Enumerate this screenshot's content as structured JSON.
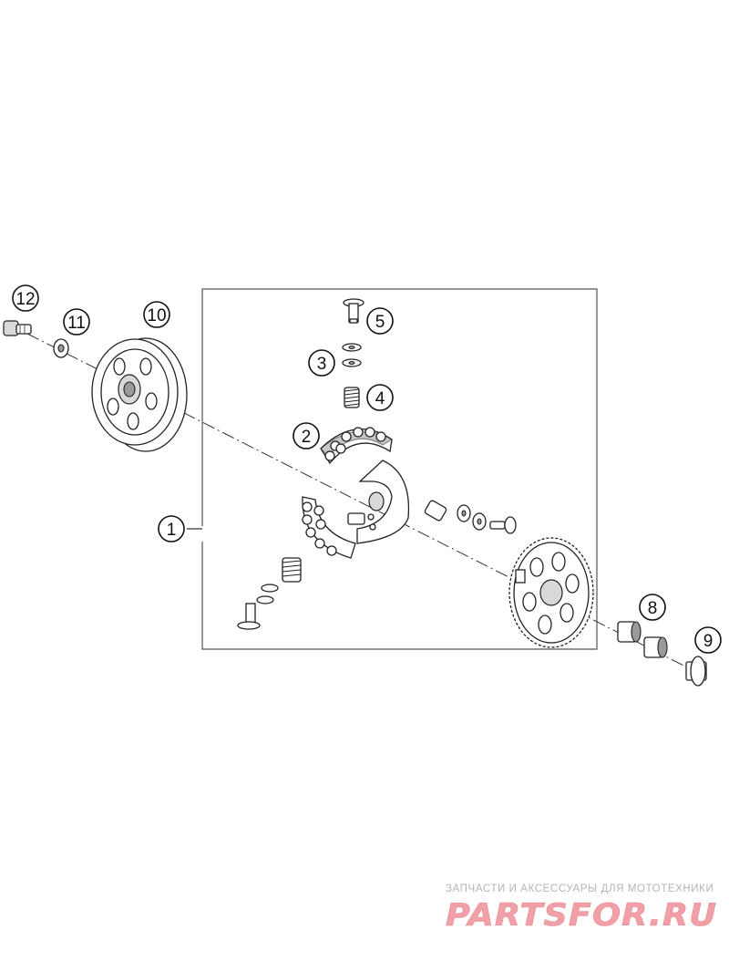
{
  "callouts": {
    "c1": "1",
    "c2": "2",
    "c3": "3",
    "c4": "4",
    "c5": "5",
    "c8": "8",
    "c9": "9",
    "c10": "10",
    "c11": "11",
    "c12": "12"
  },
  "watermark": {
    "caption": "ЗАПЧАСТИ И АКСЕССУАРЫ ДЛЯ МОТОТЕХНИКИ",
    "logo_text": "PARTSFOR.RU"
  },
  "colors": {
    "watermark_logo": "#f2a0a8",
    "watermark_caption": "#b4b4b4"
  }
}
